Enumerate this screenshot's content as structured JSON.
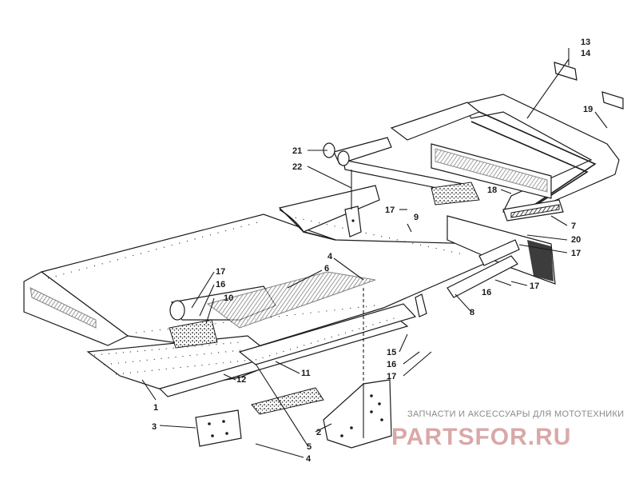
{
  "callouts": [
    {
      "id": "c13",
      "text": "13"
    },
    {
      "id": "c14",
      "text": "14"
    },
    {
      "id": "c19",
      "text": "19"
    },
    {
      "id": "c21",
      "text": "21"
    },
    {
      "id": "c22",
      "text": "22"
    },
    {
      "id": "c18",
      "text": "18"
    },
    {
      "id": "c17a",
      "text": "17"
    },
    {
      "id": "c9",
      "text": "9"
    },
    {
      "id": "c7",
      "text": "7"
    },
    {
      "id": "c20",
      "text": "20"
    },
    {
      "id": "c17b",
      "text": "17"
    },
    {
      "id": "c4a",
      "text": "4"
    },
    {
      "id": "c6",
      "text": "6"
    },
    {
      "id": "c17c",
      "text": "17"
    },
    {
      "id": "c16a",
      "text": "16"
    },
    {
      "id": "c10",
      "text": "10"
    },
    {
      "id": "c16b",
      "text": "16"
    },
    {
      "id": "c17d",
      "text": "17"
    },
    {
      "id": "c8",
      "text": "8"
    },
    {
      "id": "c15",
      "text": "15"
    },
    {
      "id": "c16c",
      "text": "16"
    },
    {
      "id": "c17e",
      "text": "17"
    },
    {
      "id": "c11",
      "text": "11"
    },
    {
      "id": "c12",
      "text": "12"
    },
    {
      "id": "c1",
      "text": "1"
    },
    {
      "id": "c3",
      "text": "3"
    },
    {
      "id": "c2",
      "text": "2"
    },
    {
      "id": "c5",
      "text": "5"
    },
    {
      "id": "c4b",
      "text": "4"
    }
  ],
  "watermark": {
    "tagline": "ЗАПЧАСТИ И АКСЕССУАРЫ ДЛЯ МОТОТЕХНИКИ",
    "logo_text": "PARTSFOR.RU",
    "logo_color": "#d9a8a8",
    "text_color": "#8a8a8a"
  }
}
